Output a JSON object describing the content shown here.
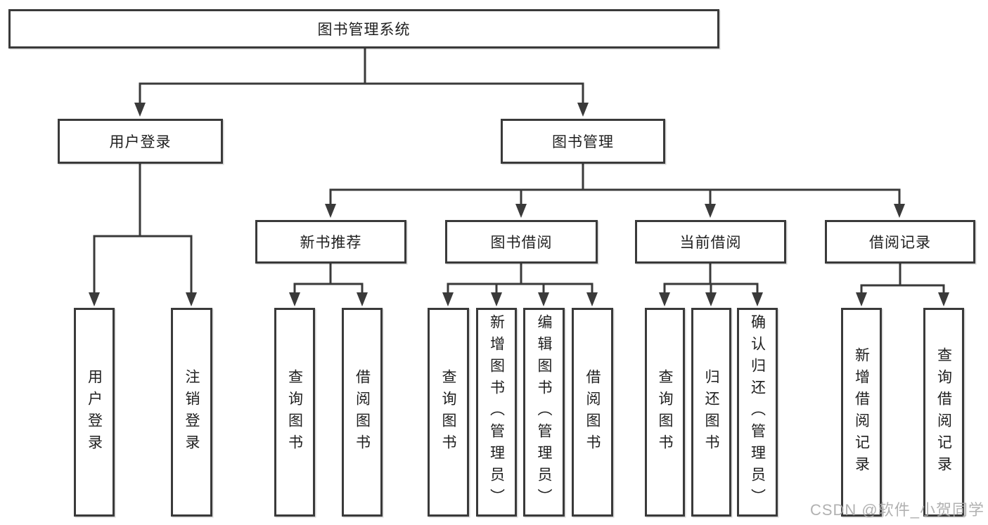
{
  "colors": {
    "line": "#3a3a3a",
    "box_border": "#3a3a3a",
    "text": "#1f1f1f",
    "watermark": "#a9a9a9",
    "background": "#ffffff"
  },
  "watermark": {
    "text": "CSDN @软件_小贺同学"
  },
  "tree": {
    "root": {
      "label": "图书管理系统",
      "children": [
        {
          "label": "用户登录",
          "children": [
            {
              "label": "用户登录"
            },
            {
              "label": "注销登录"
            }
          ]
        },
        {
          "label": "图书管理",
          "children": [
            {
              "label": "新书推荐",
              "children": [
                {
                  "label": "查询图书"
                },
                {
                  "label": "借阅图书"
                }
              ]
            },
            {
              "label": "图书借阅",
              "children": [
                {
                  "label": "查询图书"
                },
                {
                  "label": "新增图书（管理员）"
                },
                {
                  "label": "编辑图书（管理员）"
                },
                {
                  "label": "借阅图书"
                }
              ]
            },
            {
              "label": "当前借阅",
              "children": [
                {
                  "label": "查询图书"
                },
                {
                  "label": "归还图书"
                },
                {
                  "label": "确认归还（管理员）"
                }
              ]
            },
            {
              "label": "借阅记录",
              "children": [
                {
                  "label": "新增借阅记录"
                },
                {
                  "label": "查询借阅记录"
                }
              ]
            }
          ]
        }
      ]
    }
  }
}
